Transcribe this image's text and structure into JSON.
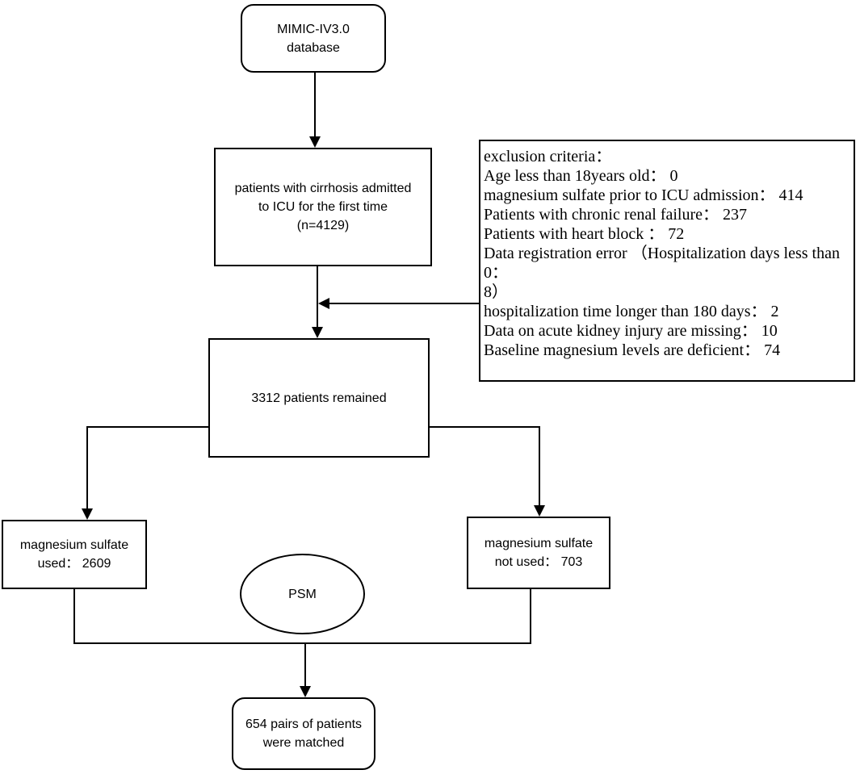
{
  "diagram": {
    "type": "flowchart",
    "colors": {
      "line": "#000000",
      "text": "#000000",
      "background": "#ffffff"
    },
    "nodes": {
      "database": {
        "shape": "rounded-rectangle",
        "lines": [
          "MIMIC-IV3.0",
          "database"
        ]
      },
      "cirrhosis": {
        "shape": "rectangle",
        "lines": [
          "patients with cirrhosis admitted",
          "to ICU for the first time",
          "(n=4129)"
        ]
      },
      "exclusion": {
        "shape": "rectangle",
        "lines": [
          "exclusion criteria：",
          "Age less than 18years old： 0",
          "magnesium sulfate prior to ICU admission： 414",
          "Patients with chronic renal failure： 237",
          "Patients with heart block ： 72",
          "Data registration error （Hospitalization days less than 0：",
          "8）",
          "hospitalization time longer than 180 days： 2",
          "Data on acute kidney injury are missing： 10",
          "Baseline magnesium levels are deficient： 74"
        ]
      },
      "remained": {
        "shape": "rectangle",
        "lines": [
          "3312 patients remained"
        ]
      },
      "magnesium_used": {
        "shape": "rectangle",
        "lines": [
          "magnesium sulfate",
          "used： 2609"
        ]
      },
      "magnesium_not_used": {
        "shape": "rectangle",
        "lines": [
          "magnesium sulfate",
          "not used： 703"
        ]
      },
      "psm": {
        "shape": "ellipse",
        "lines": [
          "PSM"
        ]
      },
      "matched": {
        "shape": "rounded-rectangle",
        "lines": [
          "654 pairs of patients",
          "were matched"
        ]
      }
    }
  }
}
